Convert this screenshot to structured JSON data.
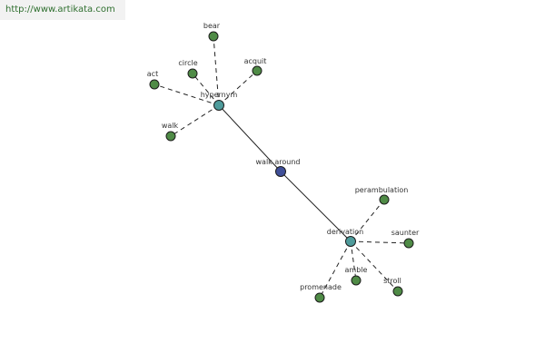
{
  "watermark": "http://www.artikata.com",
  "colors": {
    "leaf": "#4f8b46",
    "hub": "#4e9b9b",
    "center": "#3f4f98"
  },
  "nodes": [
    {
      "id": "walk_around",
      "label": "walk around",
      "kind": "center"
    },
    {
      "id": "hypernym",
      "label": "hypernym",
      "kind": "hub"
    },
    {
      "id": "derivation",
      "label": "derivation",
      "kind": "hub"
    },
    {
      "id": "bear",
      "label": "bear",
      "kind": "leaf"
    },
    {
      "id": "circle",
      "label": "circle",
      "kind": "leaf"
    },
    {
      "id": "acquit",
      "label": "acquit",
      "kind": "leaf"
    },
    {
      "id": "act",
      "label": "act",
      "kind": "leaf"
    },
    {
      "id": "walk",
      "label": "walk",
      "kind": "leaf"
    },
    {
      "id": "perambulation",
      "label": "perambulation",
      "kind": "leaf"
    },
    {
      "id": "saunter",
      "label": "saunter",
      "kind": "leaf"
    },
    {
      "id": "amble",
      "label": "amble",
      "kind": "leaf"
    },
    {
      "id": "stroll",
      "label": "stroll",
      "kind": "leaf"
    },
    {
      "id": "promenade",
      "label": "promenade",
      "kind": "leaf"
    }
  ],
  "edges": [
    {
      "from": "walk_around",
      "to": "hypernym",
      "style": "solid"
    },
    {
      "from": "walk_around",
      "to": "derivation",
      "style": "solid"
    },
    {
      "from": "hypernym",
      "to": "bear",
      "style": "dashed"
    },
    {
      "from": "hypernym",
      "to": "circle",
      "style": "dashed"
    },
    {
      "from": "hypernym",
      "to": "acquit",
      "style": "dashed"
    },
    {
      "from": "hypernym",
      "to": "act",
      "style": "dashed"
    },
    {
      "from": "hypernym",
      "to": "walk",
      "style": "dashed"
    },
    {
      "from": "derivation",
      "to": "perambulation",
      "style": "dashed"
    },
    {
      "from": "derivation",
      "to": "saunter",
      "style": "dashed"
    },
    {
      "from": "derivation",
      "to": "amble",
      "style": "dashed"
    },
    {
      "from": "derivation",
      "to": "stroll",
      "style": "dashed"
    },
    {
      "from": "derivation",
      "to": "promenade",
      "style": "dashed"
    }
  ]
}
